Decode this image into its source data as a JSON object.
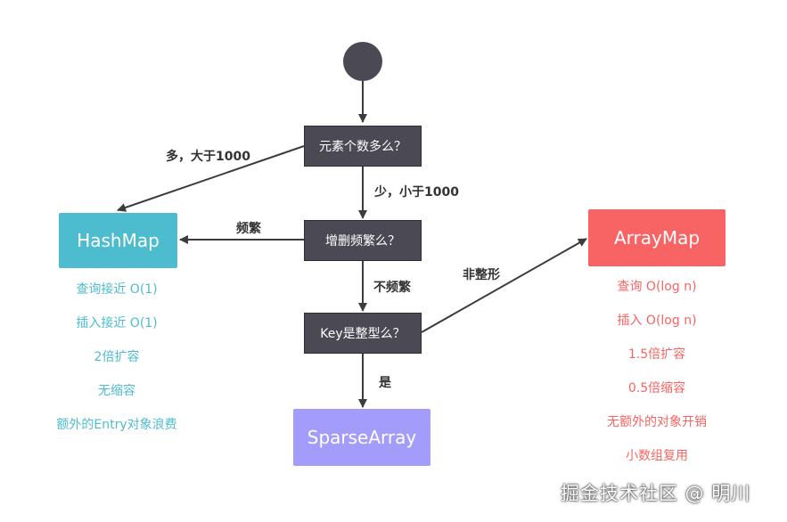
{
  "colors": {
    "decision_bg": "#4b4a54",
    "hashmap": "#4ebccf",
    "arraymap": "#f86463",
    "sparsearray": "#a39cfb",
    "connector": "#3c3b42"
  },
  "decisions": {
    "count": "元素个数多么？",
    "frequency": "增删频繁么？",
    "key_type": "Key是整型么？"
  },
  "edges": {
    "many": "多，大于1000",
    "few": "少，小于1000",
    "frequent": "频繁",
    "infrequent": "不频繁",
    "non_integer": "非整形",
    "yes": "是"
  },
  "results": {
    "hashmap": {
      "title": "HashMap",
      "notes": [
        "查询接近 O(1)",
        "插入接近 O(1)",
        "2倍扩容",
        "无缩容",
        "额外的Entry对象浪费"
      ]
    },
    "arraymap": {
      "title": "ArrayMap",
      "notes": [
        "查询 O(log n)",
        "插入 O(log n)",
        "1.5倍扩容",
        "0.5倍缩容",
        "无额外的对象开销",
        "小数组复用"
      ]
    },
    "sparsearray": {
      "title": "SparseArray"
    }
  },
  "watermark": "掘金技术社区 @ 明川"
}
